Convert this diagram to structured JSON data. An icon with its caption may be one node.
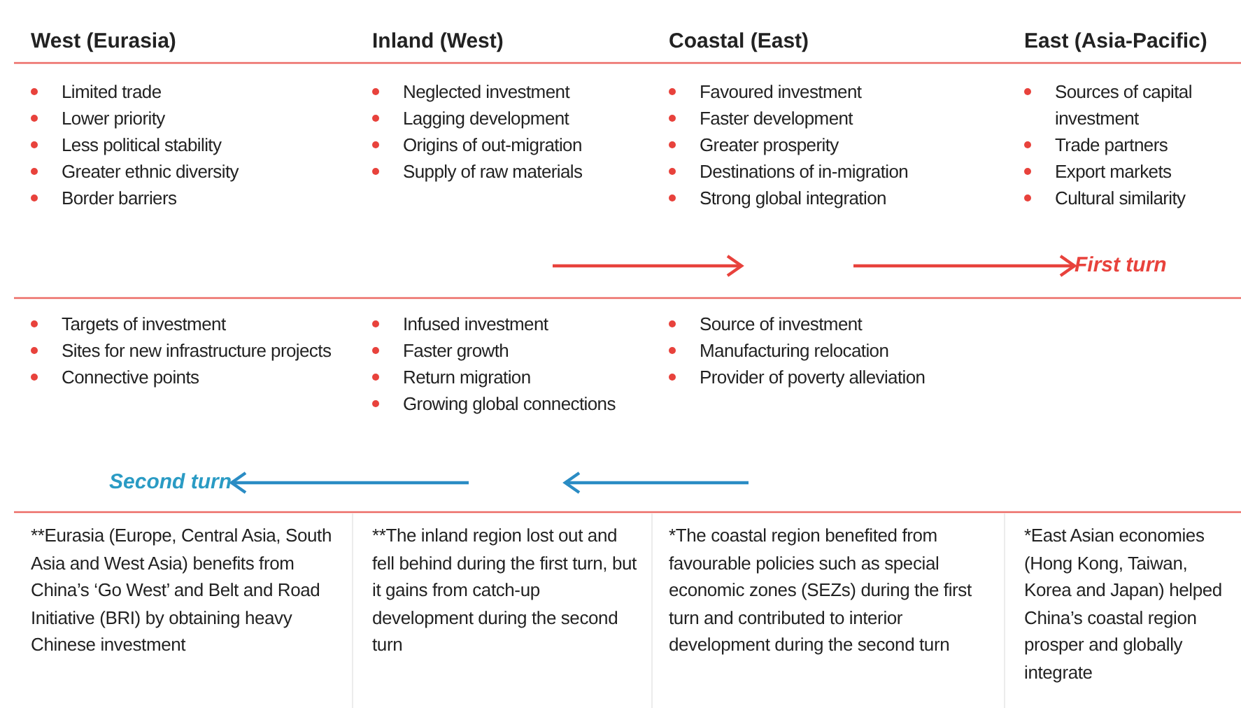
{
  "diagram": {
    "nodes": [
      {
        "text": [
          "Limited trade",
          "Lower priority",
          "Less political stability",
          "Greater ethnic diversity",
          "Border barriers"
        ]
      },
      {
        "text": [
          "Neglected investment",
          "Lagging development",
          "Origins of out-migration",
          "Supply of raw materials"
        ]
      },
      {
        "text": [
          "Favoured investment",
          "Faster development",
          "Greater prosperity",
          "Destinations of in-migration",
          "Strong global integration"
        ]
      },
      {
        "text": [
          "Sources of capital investment",
          "Trade partners",
          "Export markets",
          "Cultural similarity"
        ]
      },
      {
        "text": [
          "First turn"
        ]
      },
      {
        "text": [
          "Targets of investment",
          "Sites for new infrastructure projects",
          "Connective points"
        ]
      },
      {
        "text": [
          "Infused investment",
          "Faster growth",
          "Return migration",
          "Growing global connections"
        ]
      },
      {
        "text": [
          "Source of investment",
          "Manufacturing relocation",
          "Provider of poverty alleviation"
        ]
      },
      {
        "text": [
          "Second turn"
        ]
      }
    ],
    "edges": [
      {
        "from": 1,
        "to": 2,
        "arrow": "to",
        "color": "#e8423c"
      },
      {
        "from": 2,
        "to": 4,
        "arrow": "to",
        "color": "#e8423c"
      },
      {
        "from": 7,
        "to": 6,
        "arrow": "to",
        "color": "#2a8cc4"
      },
      {
        "from": 6,
        "to": 8,
        "arrow": "to",
        "color": "#2a8cc4"
      }
    ],
    "labels": [
      "West (Eurasia)",
      "Inland (West)",
      "Coastal (East)",
      "East (Asia-Pacific)",
      "**Eurasia (Europe, Central Asia, South Asia and West Asia) benefits from China’s ‘Go West’ and Belt and Road Initiative (BRI) by obtaining heavy Chinese investment",
      "**The inland region lost out and fell behind during the first turn, but it gains from catch-up development during the second turn",
      "*The coastal region benefited from favourable policies such as special economic zones (SEZs) during the first turn and contributed to interior development during the second turn",
      "*East Asian economies (Hong Kong, Taiwan, Korea and Japan) helped China’s coastal region prosper and globally integrate"
    ]
  }
}
